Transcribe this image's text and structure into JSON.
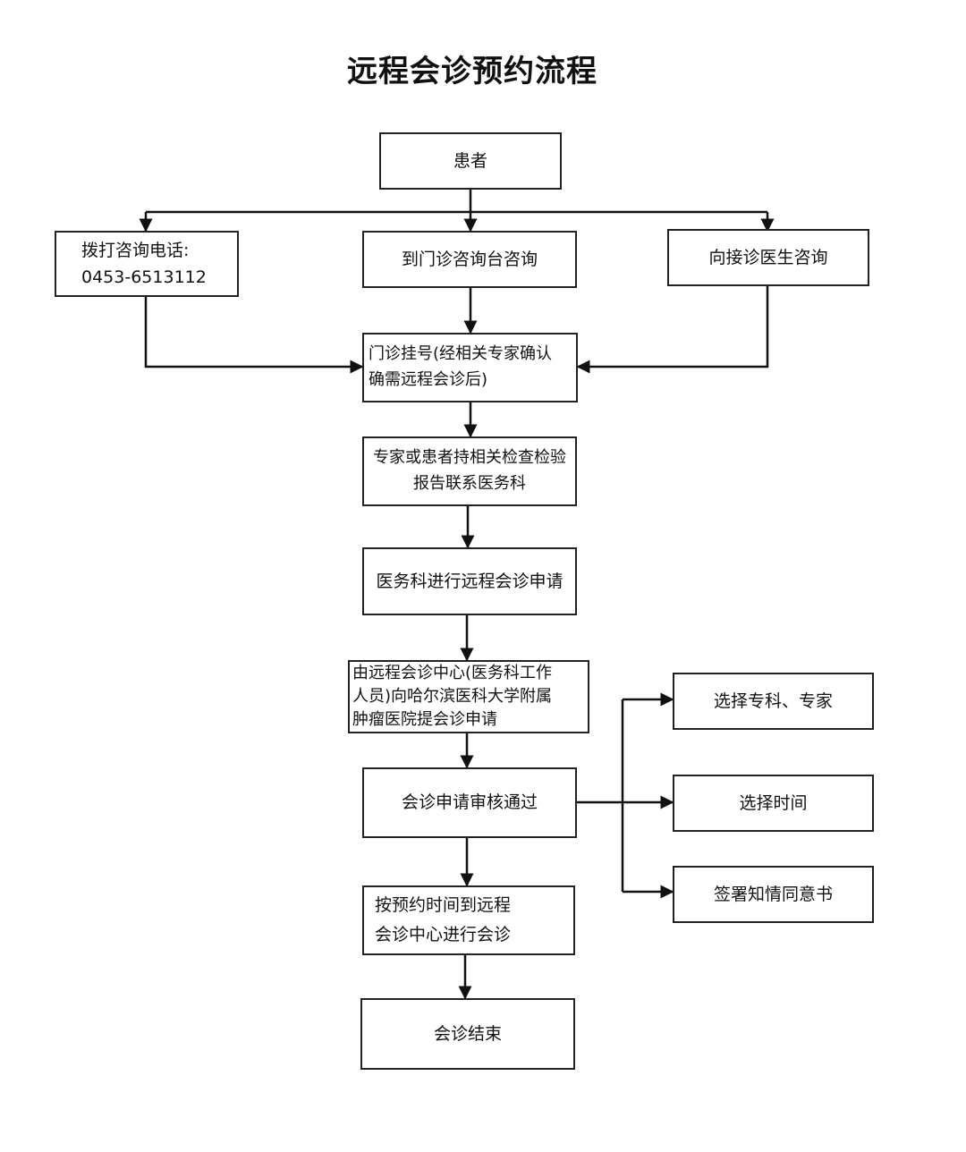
{
  "title": "远程会诊预约流程",
  "nodes": {
    "patient": "患者",
    "phone_line1": "拨打咨询电话:",
    "phone_line2": "0453-6513112",
    "desk": "到门诊咨询台咨询",
    "doctor": "向接诊医生咨询",
    "register_line1": "门诊挂号(经相关专家确认",
    "register_line2": "确需远程会诊后)",
    "contact_line1": "专家或患者持相关检查检验",
    "contact_line2": "报告联系医务科",
    "apply": "医务科进行远程会诊申请",
    "center_line1": "由远程会诊中心(医务科工作",
    "center_line2": "人员)向哈尔滨医科大学附属",
    "center_line3": "肿瘤医院提会诊申请",
    "approved": "会诊申请审核通过",
    "select_expert": "选择专科、专家",
    "select_time": "选择时间",
    "consent": "签署知情同意书",
    "attend_line1": "按预约时间到远程",
    "attend_line2": "会诊中心进行会诊",
    "end": "会诊结束"
  }
}
